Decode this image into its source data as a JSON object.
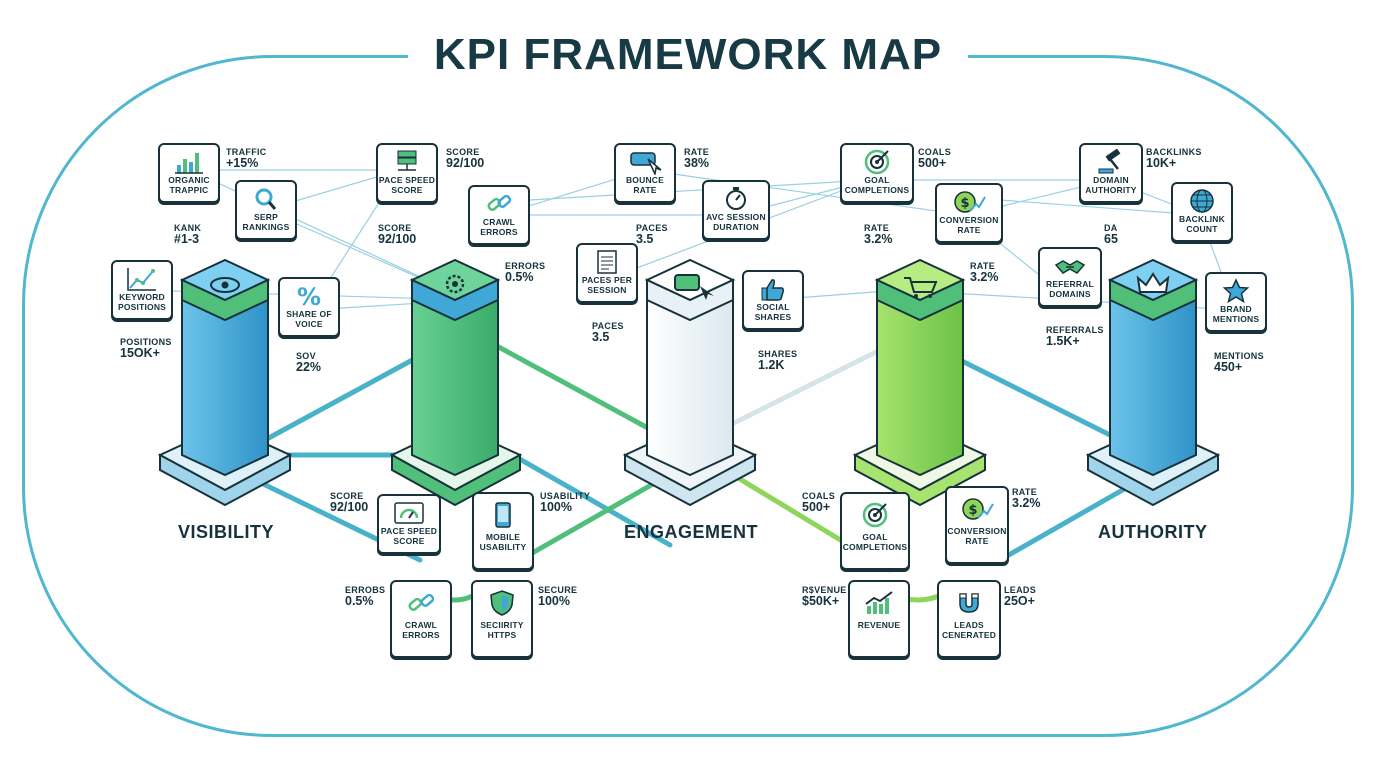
{
  "title": "KPI FRAMEWORK MAP",
  "colors": {
    "frame": "#4fb7cf",
    "blue": "#3fa8d6",
    "green": "#4fbf79",
    "lime": "#8fd45b",
    "white": "#f3f6f8",
    "ink": "#15323d"
  },
  "pillars": [
    {
      "label": "VISIBILITY",
      "icon": "eye-icon"
    },
    {
      "label": "",
      "icon": "gear-icon"
    },
    {
      "label": "ENGAGEMENT",
      "icon": "chat-cursor-icon"
    },
    {
      "label": "",
      "icon": "cart-icon"
    },
    {
      "label": "AUTHORITY",
      "icon": "crown-icon"
    }
  ],
  "cards": {
    "organic_traffic": {
      "label": "ORGANIC TRAPPIC",
      "stat_key": "TRAFFIC",
      "stat_val": "+15%"
    },
    "serp_rankings": {
      "label": "SERP RANKINGS",
      "stat_key": "KANK",
      "stat_val": "#1-3"
    },
    "keyword_positions": {
      "label": "KEYWORD POSITIONS",
      "stat_key": "POSITIONS",
      "stat_val": "15OK+"
    },
    "share_of_voice": {
      "label": "SHARE OF VOICE",
      "stat_key": "SOV",
      "stat_val": "22%"
    },
    "page_speed_top": {
      "label": "PACE SPEED SCORE",
      "stat_key": "SCORE",
      "stat_val": "92/100",
      "stat_key2": "SCORE",
      "stat_val2": "92/100"
    },
    "crawl_errors_top": {
      "label": "CRAWL ERRORS",
      "stat_key": "ERRORS",
      "stat_val": "0.5%"
    },
    "bounce_rate": {
      "label": "BOUNCE RATE",
      "stat_key": "RATE",
      "stat_val": "38%",
      "stat_key2": "PACES",
      "stat_val2": "3.5"
    },
    "pages_per_session": {
      "label": "PACES PER SESSION",
      "stat_key": "PACES",
      "stat_val": "3.5"
    },
    "avg_session": {
      "label": "AVC SESSION DURATION"
    },
    "social_shares": {
      "label": "SOCIAL SHARES",
      "stat_key": "SHARES",
      "stat_val": "1.2K"
    },
    "goal_top": {
      "label": "GOAL COMPLETIONS",
      "stat_key": "COALS",
      "stat_val": "500+",
      "stat_key2": "RATE",
      "stat_val2": "3.2%"
    },
    "conversion_top": {
      "label": "CONVERSION RATE",
      "stat_key": "RATE",
      "stat_val": "3.2%"
    },
    "domain_authority": {
      "label": "DOMAIN AUTHORITY",
      "stat_key": "BACKLINKS",
      "stat_val": "10K+",
      "stat_key2": "DA",
      "stat_val2": "65"
    },
    "backlink_count": {
      "label": "BACKLINK COUNT"
    },
    "referral_domains": {
      "label": "REFERRAL DOMAINS",
      "stat_key": "REFERRALS",
      "stat_val": "1.5K+"
    },
    "brand_mentions": {
      "label": "BRAND MENTIONS",
      "stat_key": "MENTIONS",
      "stat_val": "450+"
    },
    "page_speed_bottom": {
      "label": "PACE SPEED SCORE",
      "stat_key": "SCORE",
      "stat_val": "92/100"
    },
    "mobile_usability": {
      "label": "MOBILE USABILITY",
      "stat_key": "USABILITY",
      "stat_val": "100%"
    },
    "crawl_errors_bottom": {
      "label": "CRAWL ERRORS",
      "stat_key": "ERROBS",
      "stat_val": "0.5%"
    },
    "security": {
      "label": "SECIIRITY HTTPS",
      "stat_key": "SECURE",
      "stat_val": "100%"
    },
    "goal_bottom": {
      "label": "GOAL COMPLETIONS",
      "stat_key": "COALS",
      "stat_val": "500+"
    },
    "conversion_bottom": {
      "label": "CONVERSION RATE",
      "stat_key": "RATE",
      "stat_val": "3.2%"
    },
    "revenue": {
      "label": "REVENUE",
      "stat_key": "R$VENUE",
      "stat_val": "$50K+"
    },
    "leads": {
      "label": "LEADS CENERATED",
      "stat_key": "LEADS",
      "stat_val": "25O+"
    }
  }
}
